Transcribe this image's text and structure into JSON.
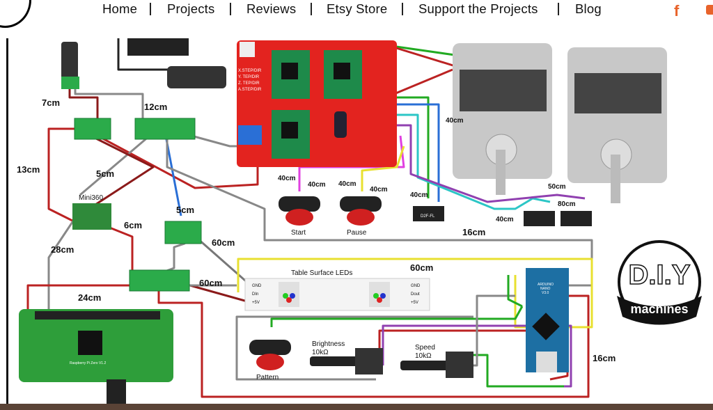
{
  "nav": {
    "items": [
      "Home",
      "Projects",
      "Reviews",
      "Etsy Store",
      "Support the Projects",
      "Blog"
    ],
    "social": [
      "facebook-icon",
      "youtube-icon"
    ],
    "accent": "#e8632b"
  },
  "diagram": {
    "wire_lengths": {
      "psu_7cm": "7cm",
      "psu_12cm": "12cm",
      "mini_13cm": "13cm",
      "mini_5cm": "5cm",
      "blk_5cm": "5cm",
      "mini_6cm": "6cm",
      "pi_28cm": "28cm",
      "led_60a": "60cm",
      "led_60b": "60cm",
      "pi_24cm": "24cm",
      "stepper_40": "40cm",
      "start_40a": "40cm",
      "start_40b": "40cm",
      "pause_40a": "40cm",
      "pause_40b": "40cm",
      "end_40": "40cm",
      "end_50": "50cm",
      "end_80": "80cm",
      "end_40b": "40cm",
      "nano_16a": "16cm",
      "yellow_60": "60cm",
      "nano_16b": "16cm"
    },
    "components": {
      "mini360": "Mini360",
      "start": "Start",
      "pause": "Pause",
      "pattern": "Pattern",
      "brightness": "Brightness",
      "brightness_val": "10kΩ",
      "speed": "Speed",
      "speed_val": "10kΩ",
      "led_strip": "Table Surface LEDs",
      "pi": "Raspberry Pi Zero V1.2",
      "shield_labels": [
        "X.STEP/DIR",
        "Y. TEP/DIR",
        "Z. TEP/DIR",
        "A.STEP/DIR"
      ],
      "led_pins_in": [
        "GND",
        "DIn",
        "+5V"
      ],
      "led_pins_out": [
        "GND",
        "Dout",
        "+5V"
      ],
      "nano": [
        "ARDUINO",
        "NANO",
        "V3.0"
      ],
      "endstop": "D2F-FL"
    },
    "logo": {
      "top": "D.I.Y",
      "bottom": "machines"
    }
  }
}
